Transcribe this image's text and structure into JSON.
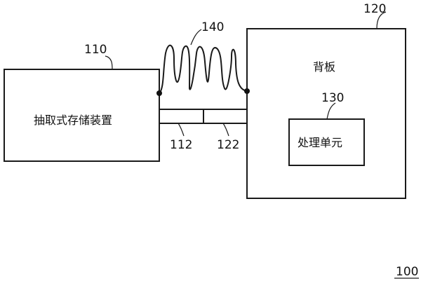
{
  "figure_label": "100",
  "storage_device": {
    "ref": "110",
    "name": "抽取式存储装置"
  },
  "backplane": {
    "ref": "120",
    "name": "背板"
  },
  "processing_unit": {
    "ref": "130",
    "name": "处理单元"
  },
  "cable": {
    "ref": "140"
  },
  "connector_device": {
    "ref": "112"
  },
  "connector_backplane": {
    "ref": "122"
  }
}
